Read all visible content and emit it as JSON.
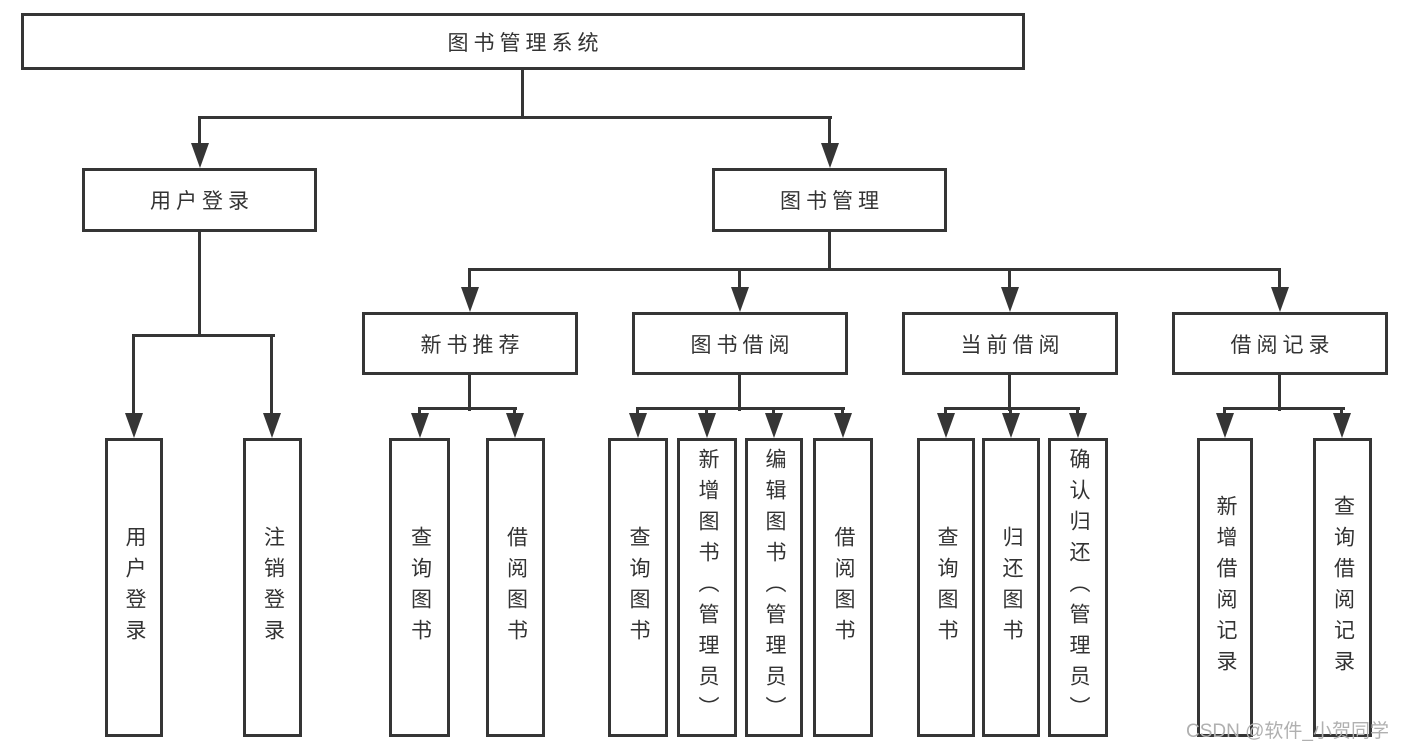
{
  "colors": {
    "line": "#353535",
    "box_border": "#353535",
    "text": "#333333",
    "background": "#ffffff",
    "watermark": "#b0b0b0"
  },
  "tree": {
    "label": "图书管理系统",
    "children": [
      {
        "label": "用户登录",
        "children": [
          {
            "label": "用户登录"
          },
          {
            "label": "注销登录"
          }
        ]
      },
      {
        "label": "图书管理",
        "children": [
          {
            "label": "新书推荐",
            "children": [
              {
                "label": "查询图书"
              },
              {
                "label": "借阅图书"
              }
            ]
          },
          {
            "label": "图书借阅",
            "children": [
              {
                "label": "查询图书"
              },
              {
                "label": "新增图书（管理员）"
              },
              {
                "label": "编辑图书（管理员）"
              },
              {
                "label": "借阅图书"
              }
            ]
          },
          {
            "label": "当前借阅",
            "children": [
              {
                "label": "查询图书"
              },
              {
                "label": "归还图书"
              },
              {
                "label": "确认归还（管理员）"
              }
            ]
          },
          {
            "label": "借阅记录",
            "children": [
              {
                "label": "新增借阅记录"
              },
              {
                "label": "查询借阅记录"
              }
            ]
          }
        ]
      }
    ]
  },
  "watermark": {
    "text": "CSDN @软件_小贺同学"
  }
}
